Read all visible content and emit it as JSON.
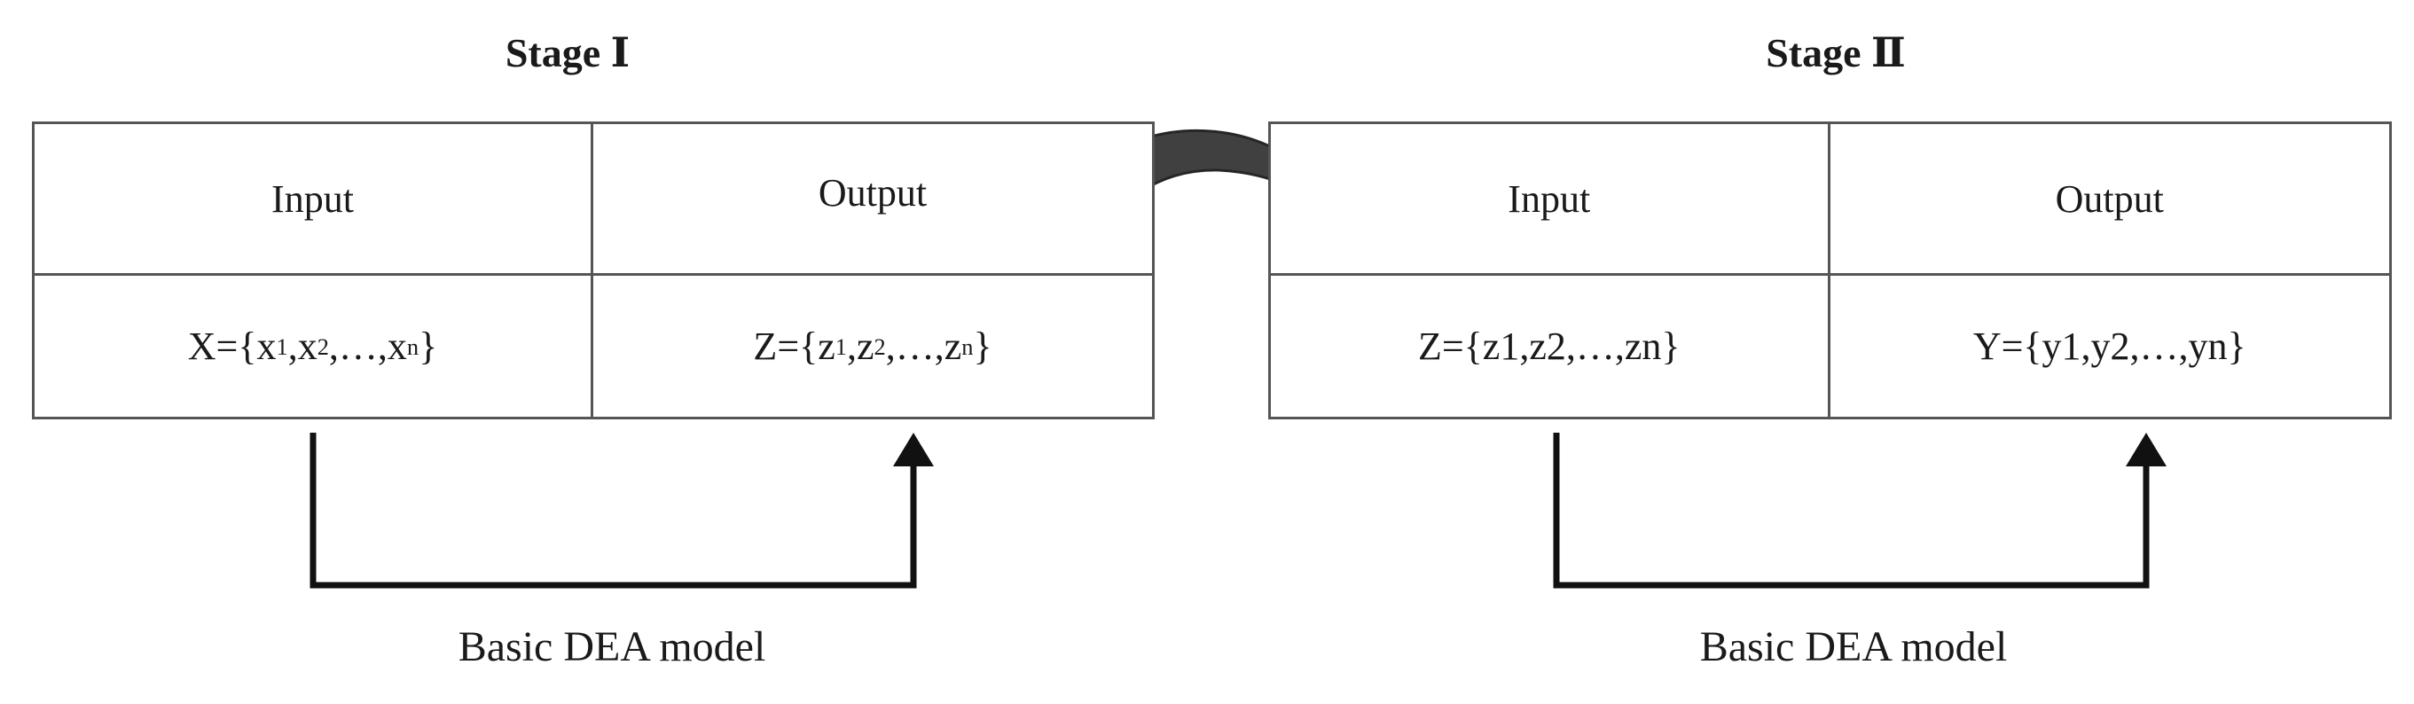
{
  "stages": [
    {
      "title": "Stage Ⅰ",
      "headers": {
        "input": "Input",
        "output": "Output"
      },
      "input_set": {
        "name": "X",
        "symbol": "x",
        "indices": [
          "1",
          "2",
          "n"
        ]
      },
      "output_set": {
        "name": "Z",
        "symbol": "z",
        "indices": [
          "1",
          "2",
          "n"
        ]
      },
      "caption": "Basic DEA model"
    },
    {
      "title": "Stage Ⅱ",
      "headers": {
        "input": "Input",
        "output": "Output"
      },
      "input_formula": "Z={z1,z2,…,zn}",
      "output_formula": "Y={y1,y2,…,yn}",
      "caption": "Basic DEA model"
    }
  ],
  "colors": {
    "border": "#555555",
    "bracket": "#111111",
    "curved_arrow": "#404040"
  },
  "icons": {
    "stage_link": "curved-arrow-icon",
    "feedback": "arrow-up-icon"
  }
}
